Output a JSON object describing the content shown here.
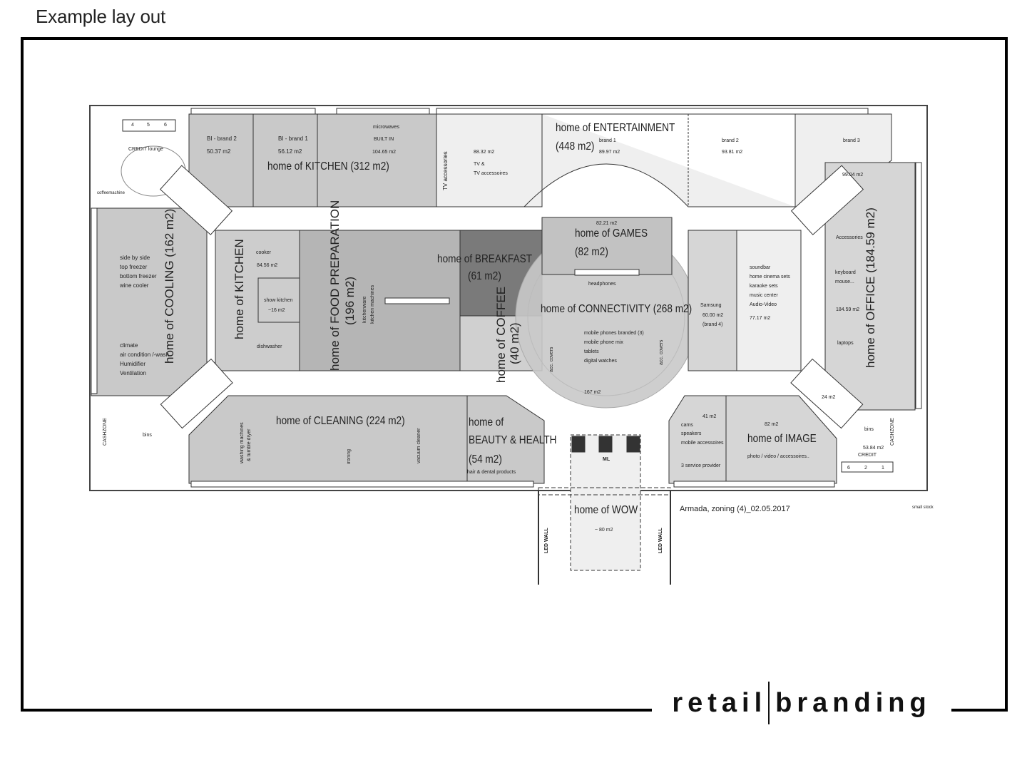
{
  "title": "Example lay out",
  "logo": {
    "left": "retail",
    "right": "branding"
  },
  "footer_note": "Armada, zoning (4)_02.05.2017",
  "colors": {
    "zone_dark": "#7a7a7a",
    "zone_mid": "#b5b5b5",
    "zone_gray": "#c9c9c9",
    "zone_light": "#efefef",
    "frame": "#000000"
  },
  "zones": {
    "kitchen_top": {
      "title": "home of KITCHEN (312 m2)",
      "brand2": "BI - brand 2",
      "brand2_area": "50.37 m2",
      "brand1": "BI - brand 1",
      "brand1_area": "56.12 m2",
      "microwaves": "microwaves",
      "built_in": "BUILT IN",
      "built_in_area": "104.65 m2"
    },
    "tv": {
      "shelf": "TV accessories",
      "area": "88.32 m2",
      "line1": "TV &",
      "line2": "TV accessoires"
    },
    "entertainment": {
      "title": "home of ENTERTAINMENT",
      "size": "(448 m2)",
      "brand1": "brand 1",
      "brand1_area": "89.97 m2",
      "brand2": "brand 2",
      "brand2_area": "93.81 m2",
      "brand3": "brand 3",
      "brand3_area": "99.04 m2"
    },
    "lounge": {
      "label": "CREDIT lounge",
      "coffee": "coffeemachine",
      "desks": [
        "4",
        "5",
        "6"
      ]
    },
    "cooling": {
      "title": "home of COOLING (162 m2)",
      "items_top": [
        "side by side",
        "top freezer",
        "bottom freezer",
        "wine cooler"
      ],
      "items_bottom": [
        "climate",
        "air condition /-wash",
        "Humidifier",
        "Ventilation"
      ]
    },
    "kitchen": {
      "title": "home of KITCHEN",
      "cooker": "cooker",
      "area": "84.56 m2",
      "show": "show kitchen",
      "show_area": "~16 m2",
      "dishwasher": "dishwasher"
    },
    "food": {
      "title": "home of FOOD PREPARATION",
      "size": "(196 m2)",
      "kitchenware": "kitchenware",
      "machines": "kitchen machines"
    },
    "breakfast": {
      "title": "home of BREAKFAST",
      "size": "(61 m2)"
    },
    "coffee": {
      "title": "home of COFFEE",
      "size": "(40 m2)"
    },
    "games": {
      "area": "82.21 m2",
      "title": "home of GAMES",
      "size": "(82 m2)",
      "headphones": "headphones"
    },
    "connectivity": {
      "title": "home of CONNECTIVITY (268 m2)",
      "items": [
        "mobile phones branded (3)",
        "mobile phone mix",
        "tablets",
        "digital watches"
      ],
      "area": "167 m2",
      "covers_left": "acc. covers",
      "covers_right": "acc. covers"
    },
    "samsung": {
      "name": "Samsung",
      "area": "60.00 m2",
      "brand": "(brand 4)"
    },
    "audio": {
      "items": [
        "soundbar",
        "home cinema sets",
        "karaoke sets",
        "music center",
        "Audio-Video"
      ],
      "area": "77.17 m2"
    },
    "office": {
      "title": "home of OFFICE (184.59 m2)",
      "accessories": "Accessories",
      "keyboard": "keyboard",
      "mouse": "mouse...",
      "area": "184.59 m2",
      "laptops": "laptops",
      "kiosk_area": "24 m2"
    },
    "cleaning": {
      "title": "home of CLEANING (224 m2)",
      "washing": "washing machines",
      "dryer": "& tumble dryer",
      "ironing": "ironing",
      "vacuum": "vacuum cleaner"
    },
    "beauty": {
      "line1": "home of",
      "line2": "BEAUTY & HEALTH",
      "size": "(54 m2)",
      "products": "hair & dental products"
    },
    "wow": {
      "ml": "ML",
      "title": "home of WOW",
      "area": "~ 80 m2",
      "led_left": "LED WALL",
      "led_right": "LED WALL"
    },
    "cams": {
      "area": "41 m2",
      "items": [
        "cams",
        "speakers",
        "mobile accessoires"
      ],
      "service": "3 service provider"
    },
    "image": {
      "area": "82 m2",
      "title": "home of IMAGE",
      "items": "photo / video / accessoires.."
    },
    "service": {
      "bins": "bins",
      "cashzone": "CASHZONE",
      "credit": "CREDIT",
      "credit_area": "53.84 m2",
      "desks": [
        "6",
        "2",
        "1"
      ],
      "small_stock": "small stock"
    }
  }
}
